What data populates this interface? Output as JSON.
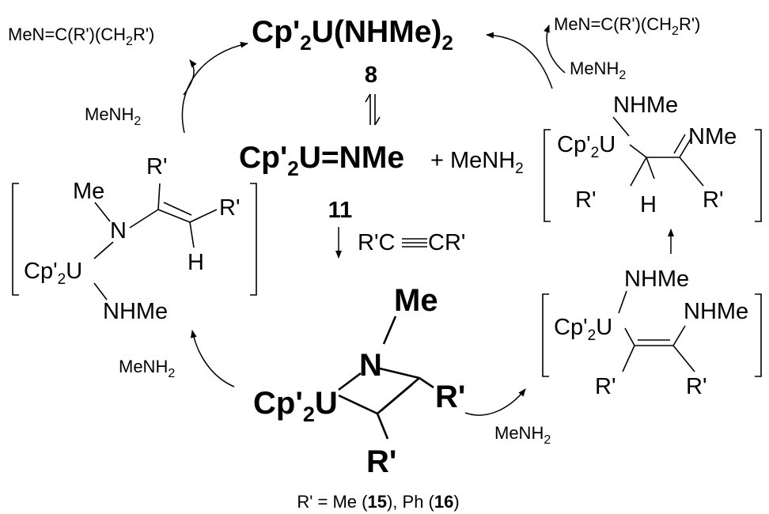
{
  "top_complex": {
    "main": "Cp'",
    "sub1": "2",
    "mid": "U(NHMe)",
    "sub2": "2",
    "label": "8"
  },
  "top_left_product": {
    "pre": "MeN=C(R')(CH",
    "sub": "2",
    "post": "R')"
  },
  "top_right_product": {
    "pre": "MeN=C(R')(CH",
    "sub": "2",
    "post": "R')"
  },
  "amine": {
    "pre": "MeNH",
    "sub": "2"
  },
  "imido": {
    "pre": "Cp'",
    "sub": "2",
    "post": "U=NMe",
    "plus": "+ MeNH",
    "plus_sub": "2",
    "label": "11"
  },
  "alkyne": {
    "pre": "R'C",
    "post": "CR'"
  },
  "left_int": {
    "me": "Me",
    "n": "N",
    "r1": "R'",
    "r2": "R'",
    "h": "H",
    "u_pre": "Cp'",
    "u_sub": "2",
    "u_post": "U",
    "nhme": "NHMe"
  },
  "right_top_int": {
    "nhme": "NHMe",
    "u_pre": "Cp'",
    "u_sub": "2",
    "u_post": "U",
    "nme": "NMe",
    "r1": "R'",
    "h": "H",
    "r2": "R'"
  },
  "right_bottom_int": {
    "nhme1": "NHMe",
    "nhme2": "NHMe",
    "u_pre": "Cp'",
    "u_sub": "2",
    "u_post": "U",
    "r1": "R'",
    "r2": "R'"
  },
  "metallacycle": {
    "me": "Me",
    "n": "N",
    "u_pre": "Cp'",
    "u_sub": "2",
    "u_post": "U",
    "r_right": "R'",
    "r_bottom": "R'"
  },
  "footer": {
    "pre": "R' = Me (",
    "n1": "15",
    "mid": "), Ph (",
    "n2": "16",
    "post": ")"
  }
}
